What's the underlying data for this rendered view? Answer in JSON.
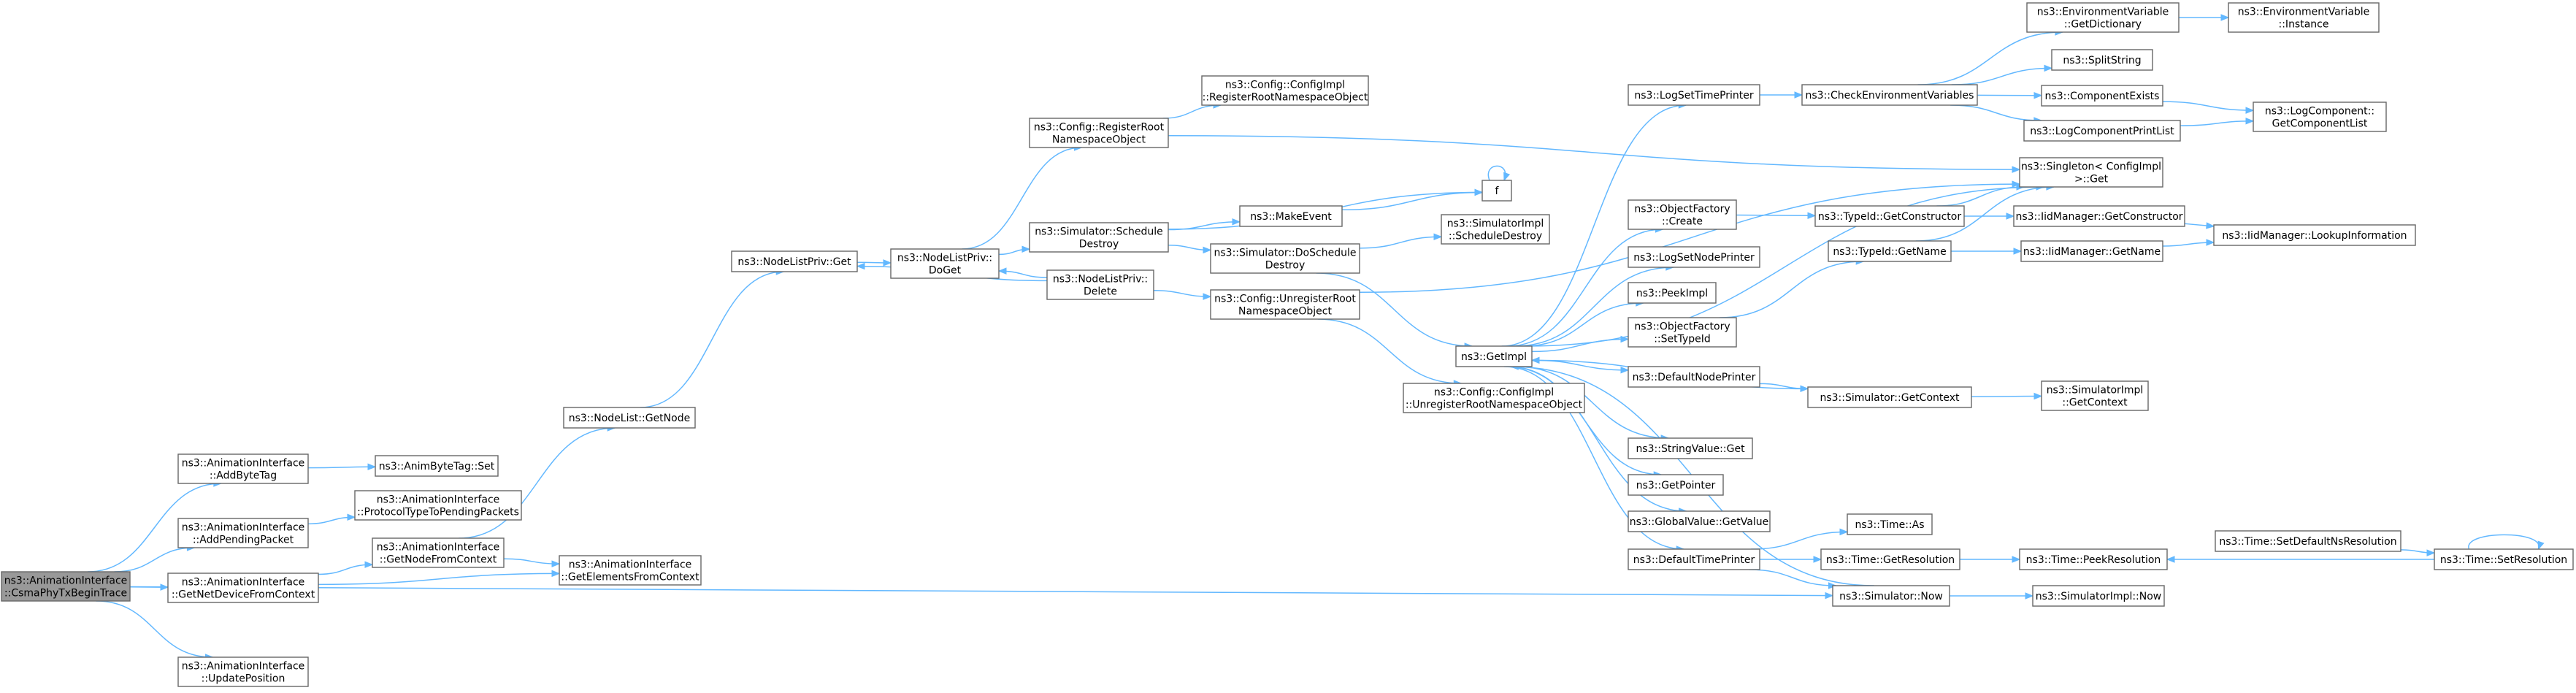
{
  "nodes": [
    {
      "id": "root",
      "lines": [
        "ns3::AnimationInterface",
        "::CsmaPhyTxBeginTrace"
      ],
      "root": true
    },
    {
      "id": "addbyte",
      "lines": [
        "ns3::AnimationInterface",
        "::AddByteTag"
      ]
    },
    {
      "id": "addpend",
      "lines": [
        "ns3::AnimationInterface",
        "::AddPendingPacket"
      ]
    },
    {
      "id": "getnetdev",
      "lines": [
        "ns3::AnimationInterface",
        "::GetNetDeviceFromContext"
      ]
    },
    {
      "id": "updatepos",
      "lines": [
        "ns3::AnimationInterface",
        "::UpdatePosition"
      ]
    },
    {
      "id": "animset",
      "lines": [
        "ns3::AnimByteTag::Set"
      ]
    },
    {
      "id": "proto",
      "lines": [
        "ns3::AnimationInterface",
        "::ProtocolTypeToPendingPackets"
      ]
    },
    {
      "id": "getnodectx",
      "lines": [
        "ns3::AnimationInterface",
        "::GetNodeFromContext"
      ]
    },
    {
      "id": "getelem",
      "lines": [
        "ns3::AnimationInterface",
        "::GetElementsFromContext"
      ]
    },
    {
      "id": "nlgetnode",
      "lines": [
        "ns3::NodeList::GetNode"
      ]
    },
    {
      "id": "nlpget",
      "lines": [
        "ns3::NodeListPriv::Get"
      ]
    },
    {
      "id": "nlpdoget",
      "lines": [
        "ns3::NodeListPriv::",
        "DoGet"
      ]
    },
    {
      "id": "nlpdelete",
      "lines": [
        "ns3::NodeListPriv::",
        "Delete"
      ]
    },
    {
      "id": "cfgreg",
      "lines": [
        "ns3::Config::RegisterRoot",
        "NamespaceObject"
      ]
    },
    {
      "id": "simsched",
      "lines": [
        "ns3::Simulator::Schedule",
        "Destroy"
      ]
    },
    {
      "id": "cfgimplreg",
      "lines": [
        "ns3::Config::ConfigImpl",
        "::RegisterRootNamespaceObject"
      ]
    },
    {
      "id": "makeevent",
      "lines": [
        "ns3::MakeEvent"
      ]
    },
    {
      "id": "simdosched",
      "lines": [
        "ns3::Simulator::DoSchedule",
        "Destroy"
      ]
    },
    {
      "id": "cfgunreg",
      "lines": [
        "ns3::Config::UnregisterRoot",
        "NamespaceObject"
      ]
    },
    {
      "id": "fnode",
      "lines": [
        "f"
      ]
    },
    {
      "id": "simimplsched",
      "lines": [
        "ns3::SimulatorImpl",
        "::ScheduleDestroy"
      ]
    },
    {
      "id": "cfgimplunreg",
      "lines": [
        "ns3::Config::ConfigImpl",
        "::UnregisterRootNamespaceObject"
      ]
    },
    {
      "id": "getimpl",
      "lines": [
        "ns3::GetImpl"
      ]
    },
    {
      "id": "logsettime",
      "lines": [
        "ns3::LogSetTimePrinter"
      ]
    },
    {
      "id": "objfcreate",
      "lines": [
        "ns3::ObjectFactory",
        "::Create"
      ]
    },
    {
      "id": "logsetnode",
      "lines": [
        "ns3::LogSetNodePrinter"
      ]
    },
    {
      "id": "peekimpl",
      "lines": [
        "ns3::PeekImpl"
      ]
    },
    {
      "id": "objfsettype",
      "lines": [
        "ns3::ObjectFactory",
        "::SetTypeId"
      ]
    },
    {
      "id": "defnodeprn",
      "lines": [
        "ns3::DefaultNodePrinter"
      ]
    },
    {
      "id": "strvalget",
      "lines": [
        "ns3::StringValue::Get"
      ]
    },
    {
      "id": "getpointer",
      "lines": [
        "ns3::GetPointer"
      ]
    },
    {
      "id": "globvalget",
      "lines": [
        "ns3::GlobalValue::GetValue"
      ]
    },
    {
      "id": "deftimeprn",
      "lines": [
        "ns3::DefaultTimePrinter"
      ]
    },
    {
      "id": "checkenv",
      "lines": [
        "ns3::CheckEnvironmentVariables"
      ]
    },
    {
      "id": "typeidgetctor",
      "lines": [
        "ns3::TypeId::GetConstructor"
      ]
    },
    {
      "id": "typeidgetname",
      "lines": [
        "ns3::TypeId::GetName"
      ]
    },
    {
      "id": "simgetctx",
      "lines": [
        "ns3::Simulator::GetContext"
      ]
    },
    {
      "id": "timeas",
      "lines": [
        "ns3::Time::As"
      ]
    },
    {
      "id": "timegetres",
      "lines": [
        "ns3::Time::GetResolution"
      ]
    },
    {
      "id": "simnow",
      "lines": [
        "ns3::Simulator::Now"
      ]
    },
    {
      "id": "envgetdict",
      "lines": [
        "ns3::EnvironmentVariable",
        "::GetDictionary"
      ]
    },
    {
      "id": "splitstring",
      "lines": [
        "ns3::SplitString"
      ]
    },
    {
      "id": "compexists",
      "lines": [
        "ns3::ComponentExists"
      ]
    },
    {
      "id": "logcompprint",
      "lines": [
        "ns3::LogComponentPrintList"
      ]
    },
    {
      "id": "singleton",
      "lines": [
        "ns3::Singleton< ConfigImpl",
        " >::Get"
      ]
    },
    {
      "id": "iidgetctor",
      "lines": [
        "ns3::IidManager::GetConstructor"
      ]
    },
    {
      "id": "iidgetname",
      "lines": [
        "ns3::IidManager::GetName"
      ]
    },
    {
      "id": "simimplgetctx",
      "lines": [
        "ns3::SimulatorImpl",
        "::GetContext"
      ]
    },
    {
      "id": "timepeek",
      "lines": [
        "ns3::Time::PeekResolution"
      ]
    },
    {
      "id": "simimplnow",
      "lines": [
        "ns3::SimulatorImpl::Now"
      ]
    },
    {
      "id": "envinstance",
      "lines": [
        "ns3::EnvironmentVariable",
        "::Instance"
      ]
    },
    {
      "id": "logcompget",
      "lines": [
        "ns3::LogComponent::",
        "GetComponentList"
      ]
    },
    {
      "id": "iidlookup",
      "lines": [
        "ns3::IidManager::LookupInformation"
      ]
    },
    {
      "id": "timesetdef",
      "lines": [
        "ns3::Time::SetDefaultNsResolution"
      ]
    },
    {
      "id": "timesetres",
      "lines": [
        "ns3::Time::SetResolution"
      ]
    }
  ],
  "edges": [
    [
      "root",
      "addbyte"
    ],
    [
      "root",
      "addpend"
    ],
    [
      "root",
      "getnetdev"
    ],
    [
      "root",
      "simnow"
    ],
    [
      "root",
      "updatepos"
    ],
    [
      "addbyte",
      "animset"
    ],
    [
      "addpend",
      "proto"
    ],
    [
      "getnetdev",
      "getnodectx"
    ],
    [
      "getnetdev",
      "getelem"
    ],
    [
      "getnodectx",
      "nlgetnode"
    ],
    [
      "getnodectx",
      "getelem"
    ],
    [
      "nlgetnode",
      "nlpget"
    ],
    [
      "nlpget",
      "nlpdoget"
    ],
    [
      "nlpdoget",
      "cfgreg"
    ],
    [
      "nlpdoget",
      "simsched"
    ],
    [
      "nlpdelete",
      "nlpdoget"
    ],
    [
      "nlpdelete",
      "nlpget"
    ],
    [
      "nlpdelete",
      "cfgunreg"
    ],
    [
      "cfgreg",
      "cfgimplreg"
    ],
    [
      "cfgreg",
      "singleton"
    ],
    [
      "simsched",
      "fnode"
    ],
    [
      "simsched",
      "makeevent"
    ],
    [
      "simsched",
      "simdosched"
    ],
    [
      "makeevent",
      "fnode"
    ],
    [
      "fnode",
      "fnode"
    ],
    [
      "simdosched",
      "simimplsched"
    ],
    [
      "simdosched",
      "getimpl"
    ],
    [
      "cfgunreg",
      "cfgimplunreg"
    ],
    [
      "cfgunreg",
      "singleton"
    ],
    [
      "getimpl",
      "logsettime"
    ],
    [
      "getimpl",
      "objfcreate"
    ],
    [
      "getimpl",
      "logsetnode"
    ],
    [
      "getimpl",
      "peekimpl"
    ],
    [
      "getimpl",
      "objfsettype"
    ],
    [
      "getimpl",
      "defnodeprn"
    ],
    [
      "getimpl",
      "strvalget"
    ],
    [
      "getimpl",
      "getpointer"
    ],
    [
      "getimpl",
      "globvalget"
    ],
    [
      "getimpl",
      "deftimeprn"
    ],
    [
      "getimpl",
      "singleton"
    ],
    [
      "logsettime",
      "checkenv"
    ],
    [
      "checkenv",
      "envgetdict"
    ],
    [
      "checkenv",
      "splitstring"
    ],
    [
      "checkenv",
      "compexists"
    ],
    [
      "checkenv",
      "logcompprint"
    ],
    [
      "envgetdict",
      "envinstance"
    ],
    [
      "compexists",
      "logcompget"
    ],
    [
      "logcompprint",
      "logcompget"
    ],
    [
      "objfcreate",
      "typeidgetctor"
    ],
    [
      "typeidgetctor",
      "singleton"
    ],
    [
      "typeidgetctor",
      "iidgetctor"
    ],
    [
      "iidgetctor",
      "iidlookup"
    ],
    [
      "objfsettype",
      "typeidgetname"
    ],
    [
      "typeidgetname",
      "singleton"
    ],
    [
      "typeidgetname",
      "iidgetname"
    ],
    [
      "iidgetname",
      "iidlookup"
    ],
    [
      "defnodeprn",
      "simgetctx"
    ],
    [
      "simgetctx",
      "getimpl"
    ],
    [
      "simgetctx",
      "simimplgetctx"
    ],
    [
      "deftimeprn",
      "timeas"
    ],
    [
      "deftimeprn",
      "timegetres"
    ],
    [
      "deftimeprn",
      "simnow"
    ],
    [
      "timegetres",
      "timepeek"
    ],
    [
      "simnow",
      "getimpl"
    ],
    [
      "simnow",
      "simimplnow"
    ],
    [
      "timesetdef",
      "timesetres"
    ],
    [
      "timesetres",
      "timepeek"
    ],
    [
      "timesetres",
      "timesetres"
    ]
  ]
}
